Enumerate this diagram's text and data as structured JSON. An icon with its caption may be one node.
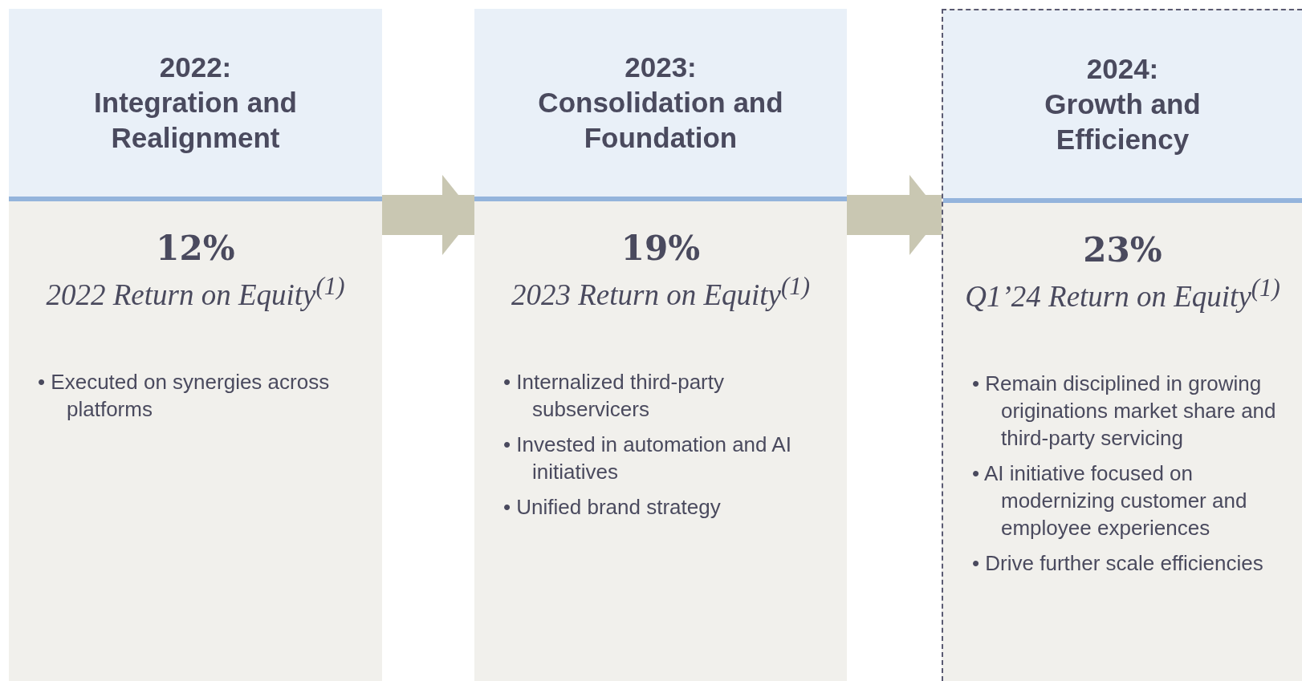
{
  "diagram": {
    "nodes": [
      {
        "text": [
          "2022:",
          "Integration and Realignment",
          "12%",
          "2022 Return on Equity$^{(1)}$",
          "• Executed on synergies across platforms"
        ]
      },
      {
        "text": [
          "2023:",
          "Consolidation and Foundation",
          "19%",
          "2023 Return on Equity$^{(1)}$",
          "• Internalized third-party subservicers",
          "• Invested in automation and AI initiatives",
          "• Unified brand strategy"
        ]
      },
      {
        "text": [
          "2024:",
          "Growth and Efficiency",
          "23%",
          "Q1’24 Return on Equity$^{(1)}$",
          "• Remain disciplined in growing originations market share and third-party servicing",
          "• AI initiative focused on modernizing customer and employee experiences",
          "• Drive further scale efficiencies"
        ]
      }
    ],
    "edges": [
      {
        "from": 0,
        "to": 1,
        "arrow": "to"
      },
      {
        "from": 1,
        "to": 2,
        "arrow": "to"
      }
    ]
  }
}
